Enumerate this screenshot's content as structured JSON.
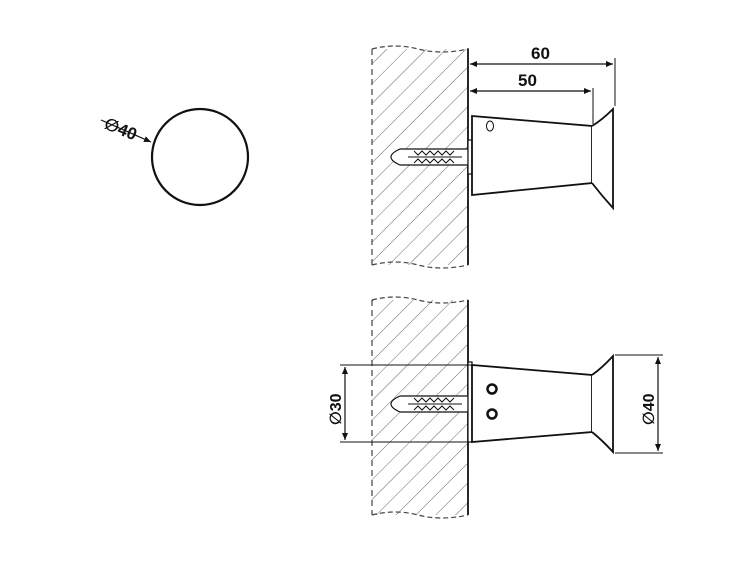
{
  "dimensions": {
    "front_diameter": "∅40",
    "total_depth": "60",
    "body_depth": "50",
    "base_diameter": "∅30",
    "cap_diameter": "∅40"
  }
}
